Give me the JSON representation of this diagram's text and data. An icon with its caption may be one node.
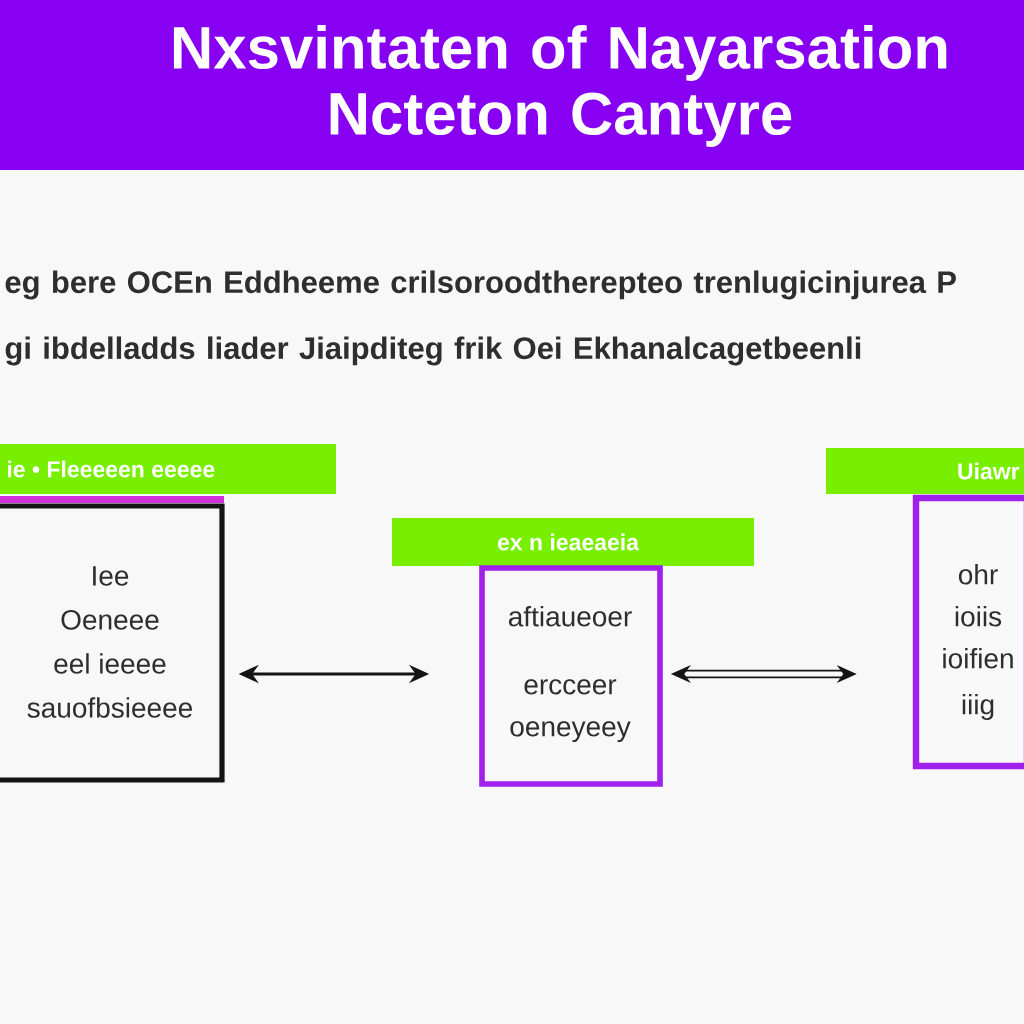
{
  "diagram": {
    "title": "Nxsvintaten of Nayarsation Ncteton Cantyre",
    "nodes": [
      {
        "text": [
          "ie • Fleeeeen eeeee",
          "Iee",
          "Oeneee",
          "eel ieeee",
          "sauofbsieeee"
        ]
      },
      {
        "text": [
          "ex n ieaeaeia",
          "aftiaueoer",
          "ercceer",
          "oeneyeey"
        ]
      },
      {
        "text": [
          "Uiawr",
          "ohr",
          "ioiis",
          "ioifien",
          "iiig"
        ]
      }
    ],
    "edges": [
      {
        "from": 0,
        "to": 1,
        "arrow": "both"
      },
      {
        "from": 1,
        "to": 2,
        "arrow": "both",
        "style": "thick"
      }
    ],
    "labels": [
      "eg bere OCEn Eddheeme crilsoroodtherepteo trenlugicinjurea P gi ibdelladds liader Jiaipditeg frik Oei Ekhanalcagetbeenli"
    ]
  }
}
